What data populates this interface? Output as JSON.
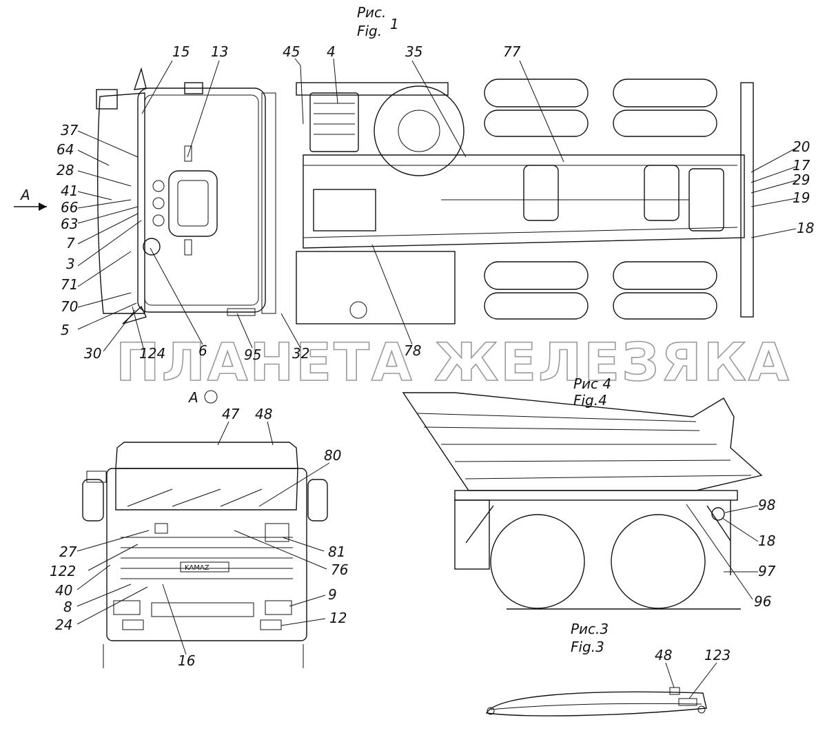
{
  "fig1": {
    "caption_ru": "Рис.",
    "caption_en": "Fig.",
    "number": "1"
  },
  "fig3": {
    "caption_ru": "Рис.3",
    "caption_en": "Fig.3"
  },
  "fig4": {
    "caption_ru": "Рис 4",
    "caption_en": "Fig.4"
  },
  "view_a": {
    "arrow_label": "A",
    "view_label": "A"
  },
  "watermark": "ПЛАНЕТА ЖЕЛЕЗЯКА",
  "front_badge": "KAMAZ",
  "callouts": {
    "c15": "15",
    "c13": "13",
    "c45": "45",
    "c4": "4",
    "c35": "35",
    "c77": "77",
    "c37": "37",
    "c64": "64",
    "c28": "28",
    "c41": "41",
    "c66": "66",
    "c63": "63",
    "c7": "7",
    "c3": "3",
    "c71": "71",
    "c70": "70",
    "c5": "5",
    "c30": "30",
    "c124": "124",
    "c6": "6",
    "c95": "95",
    "c32": "32",
    "c78": "78",
    "c20": "20",
    "c17": "17",
    "c29": "29",
    "c19": "19",
    "c18a": "18",
    "c47": "47",
    "c48a": "48",
    "c80": "80",
    "c27": "27",
    "c122": "122",
    "c40": "40",
    "c8": "8",
    "c24": "24",
    "c81": "81",
    "c76": "76",
    "c9": "9",
    "c12": "12",
    "c16": "16",
    "c98": "98",
    "c18b": "18",
    "c97": "97",
    "c96": "96",
    "c48b": "48",
    "c123": "123"
  }
}
